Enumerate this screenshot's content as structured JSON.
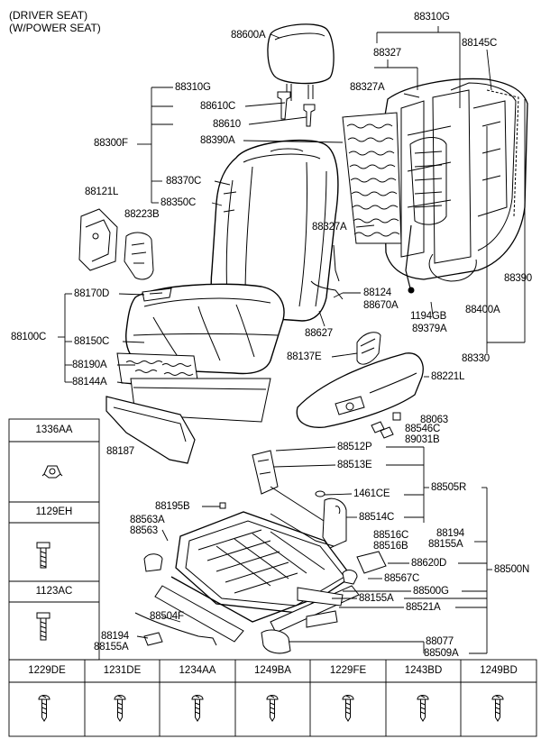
{
  "header": {
    "line1": "(DRIVER SEAT)",
    "line2": "(W/POWER SEAT)"
  },
  "labels": {
    "l88600A": "88600A",
    "l88310G_top": "88310G",
    "l88327": "88327",
    "l88145C": "88145C",
    "l88327A_top": "88327A",
    "l88310G_left": "88310G",
    "l88610C": "88610C",
    "l88610": "88610",
    "l88300F": "88300F",
    "l88390A": "88390A",
    "l88370C": "88370C",
    "l88121L": "88121L",
    "l88350C": "88350C",
    "l88223B": "88223B",
    "l88327A_mid": "88327A",
    "l88390": "88390",
    "l88170D": "88170D",
    "l88124": "88124",
    "l88670A": "88670A",
    "l88400A": "88400A",
    "l1194GB": "1194GB",
    "l88100C": "88100C",
    "l89379A": "89379A",
    "l88627": "88627",
    "l88150C": "88150C",
    "l88137E": "88137E",
    "l88330": "88330",
    "l88190A": "88190A",
    "l88221L": "88221L",
    "l88144A": "88144A",
    "l88063": "88063",
    "l88546C": "88546C",
    "l88187": "88187",
    "l89031B": "89031B",
    "l88512P": "88512P",
    "l88513E": "88513E",
    "l88505R": "88505R",
    "l88195B": "88195B",
    "l1461CE": "1461CE",
    "l88563A": "88563A",
    "l88563": "88563",
    "l88514C": "88514C",
    "l88194_right": "88194",
    "l88516C": "88516C",
    "l88155A_right": "88155A",
    "l88516B": "88516B",
    "l88620D": "88620D",
    "l88500N": "88500N",
    "l88567C": "88567C",
    "l88500G": "88500G",
    "l88155A_mid": "88155A",
    "l88521A": "88521A",
    "l88504F": "88504F",
    "l88194_bottom": "88194",
    "l88155A_bottom": "88155A",
    "l88077": "88077",
    "l88509A": "88509A"
  },
  "fastener_table": {
    "side": [
      "1336AA",
      "1129EH",
      "1123AC"
    ],
    "bottom": [
      "1229DE",
      "1231DE",
      "1234AA",
      "1249BA",
      "1229FE",
      "1243BD",
      "1249BD"
    ]
  },
  "icons": {
    "side": [
      "clip-nut-icon",
      "bolt-icon",
      "bolt-icon"
    ],
    "bottom": [
      "screw-icon",
      "screw-icon",
      "screw-icon",
      "screw-icon",
      "screw-icon",
      "screw-icon",
      "screw-icon"
    ]
  }
}
